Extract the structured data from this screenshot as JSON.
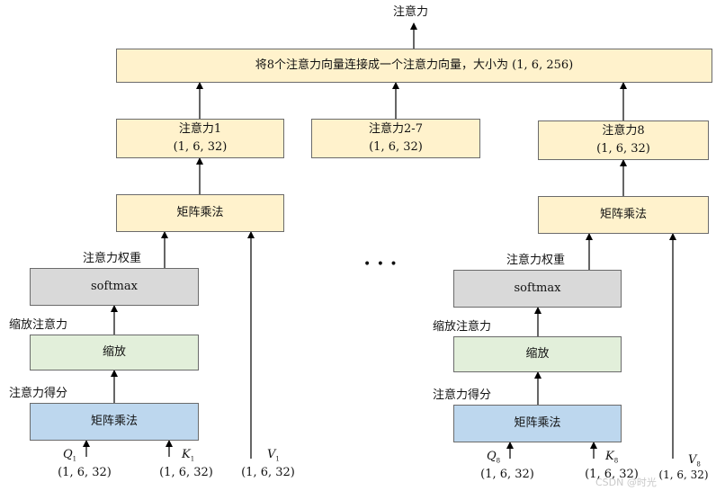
{
  "top": {
    "output_label": "注意力",
    "concat_text": "将8个注意力向量连接成一个注意力向量，大小为 (1, 6, 256)"
  },
  "heads": {
    "head1": {
      "title": "注意力1",
      "shape": "(1, 6, 32)"
    },
    "middle": {
      "title": "注意力2-7",
      "shape": "(1, 6, 32)"
    },
    "head8": {
      "title": "注意力8",
      "shape": "(1, 6, 32)"
    }
  },
  "left": {
    "matmul_top": "矩阵乘法",
    "weights_label": "注意力权重",
    "softmax": "softmax",
    "scaled_label": "缩放注意力",
    "scale": "缩放",
    "score_label": "注意力得分",
    "matmul_bottom": "矩阵乘法",
    "q": {
      "letter": "Q",
      "sub": "1",
      "shape": "(1, 6, 32)"
    },
    "k": {
      "letter": "K",
      "sub": "1",
      "shape": "(1, 6, 32)"
    },
    "v": {
      "letter": "V",
      "sub": "1",
      "shape": "(1, 6, 32)"
    }
  },
  "right": {
    "matmul_top": "矩阵乘法",
    "weights_label": "注意力权重",
    "softmax": "softmax",
    "scaled_label": "缩放注意力",
    "scale": "缩放",
    "score_label": "注意力得分",
    "matmul_bottom": "矩阵乘法",
    "q": {
      "letter": "Q",
      "sub": "8",
      "shape": "(1, 6, 32)"
    },
    "k": {
      "letter": "K",
      "sub": "8",
      "shape": "(1, 6, 32)"
    },
    "v": {
      "letter": "V",
      "sub": "8",
      "shape": "(1, 6, 32)"
    }
  },
  "ellipsis": "• • •",
  "watermark": "CSDN @时光",
  "colors": {
    "yellow_fill": "#fff2cc",
    "gray_fill": "#d9d9d9",
    "green_fill": "#e2efda",
    "blue_fill": "#bdd7ee",
    "border": "#6b6b6b",
    "arrow": "#000000"
  }
}
